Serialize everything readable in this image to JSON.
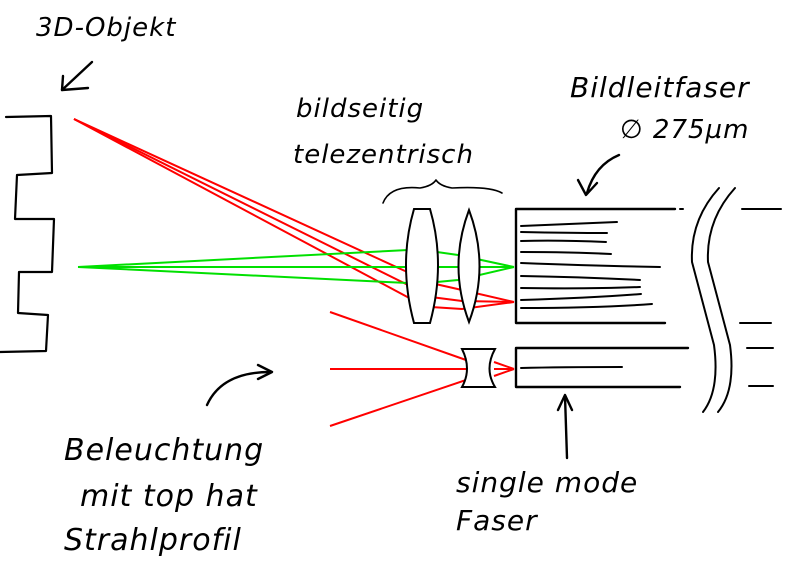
{
  "diagram": {
    "title": "Optical setup: illumination and imaging via fiber bundle",
    "colors": {
      "ink": "#000000",
      "object_rays": "#ff0000",
      "axis_rays": "#00e000",
      "illumination_rays": "#ff0000",
      "background": "#ffffff"
    },
    "labels": {
      "object": "3D-Objekt",
      "optics_line1": "bildseitig",
      "optics_line2": "telezentrisch",
      "imaging_fiber_line1": "Bildleitfaser",
      "imaging_fiber_line2": "∅ 275µm",
      "illumination_line1": "Beleuchtung",
      "illumination_line2": "mit top hat",
      "illumination_line3": "Strahlprofil",
      "single_mode_line1": "single mode",
      "single_mode_line2": "Faser"
    },
    "components": [
      {
        "id": "object",
        "name": "3D-Objekt",
        "shape": "stepped profile"
      },
      {
        "id": "lens-1",
        "name": "biconvex lens",
        "group": "bildseitig telezentrisch"
      },
      {
        "id": "lens-2",
        "name": "biconvex lens",
        "group": "bildseitig telezentrisch"
      },
      {
        "id": "imaging-fiber",
        "name": "Bildleitfaser",
        "diameter": "275 µm"
      },
      {
        "id": "concave-lens",
        "name": "biconcave lens (illumination)"
      },
      {
        "id": "single-mode-fiber",
        "name": "single mode Faser"
      },
      {
        "id": "fiber-break",
        "name": "length break symbol"
      }
    ]
  }
}
